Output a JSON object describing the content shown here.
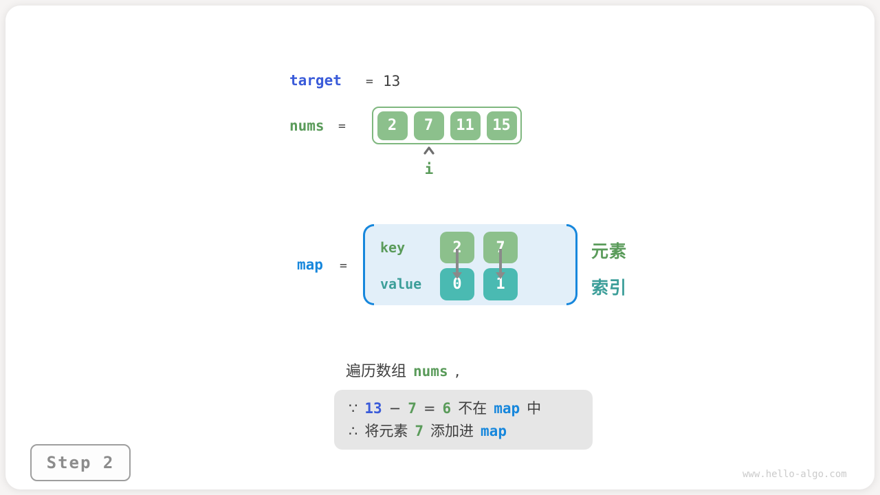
{
  "colors": {
    "royal_blue": "#3A5BD9",
    "sky_blue": "#1787DC",
    "green_text": "#5A9B5A",
    "teal_text": "#3C9E99",
    "green_cell": "#8CC08C",
    "teal_cell": "#4ABAB2",
    "array_border": "#7FB77F",
    "map_background": "#E2EFF9",
    "note_background": "#E6E6E6",
    "dark_text": "#3F3F3F",
    "arrow_gray": "#8A8A8A"
  },
  "target_row": {
    "label": "target",
    "eq": "=",
    "value": "13"
  },
  "nums_row": {
    "label": "nums",
    "eq": "=",
    "values": [
      "2",
      "7",
      "11",
      "15"
    ]
  },
  "pointer": {
    "label": "i"
  },
  "map_row": {
    "label": "map",
    "eq": "=",
    "key_label": "key",
    "value_label": "value",
    "keys": [
      "2",
      "7"
    ],
    "values": [
      "0",
      "1"
    ],
    "element_annotation": "元素",
    "index_annotation": "索引"
  },
  "caption": {
    "text": "遍历数组",
    "var": "nums",
    "comma": ","
  },
  "note": {
    "line1": {
      "because": "∵",
      "minuend": "13",
      "minus": "−",
      "subtrahend": "7",
      "eq": "=",
      "difference": "6",
      "not_in": "不在",
      "map": "map",
      "suffix": "中"
    },
    "line2": {
      "therefore": "∴",
      "text1": "将元素",
      "num": "7",
      "text2": "添加进",
      "map": "map"
    }
  },
  "step": {
    "label": "Step 2"
  },
  "watermark": "www.hello-algo.com"
}
